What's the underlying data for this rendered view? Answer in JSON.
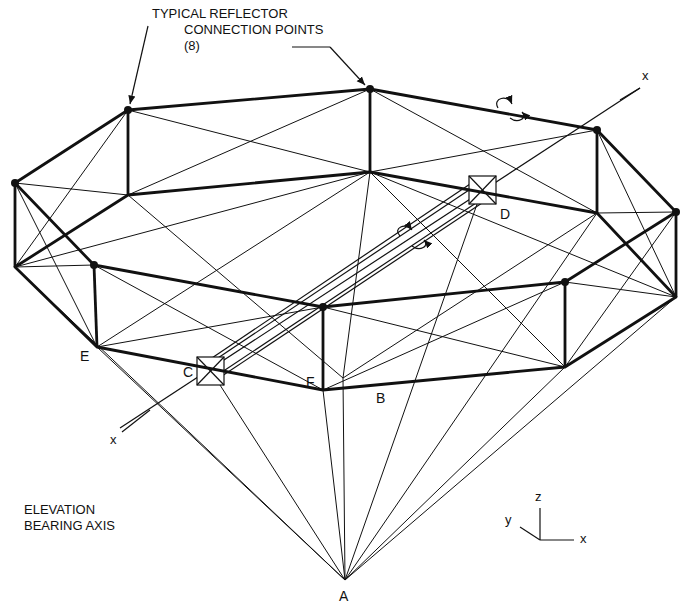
{
  "diagram": {
    "labels": [
      "TYPICAL REFLECTOR CONNECTION POINTS (8)",
      "x",
      "D",
      "C",
      "x",
      "ELEVATION BEARING AXIS",
      "E",
      "F",
      "B",
      "z",
      "y",
      "x",
      "A"
    ]
  }
}
